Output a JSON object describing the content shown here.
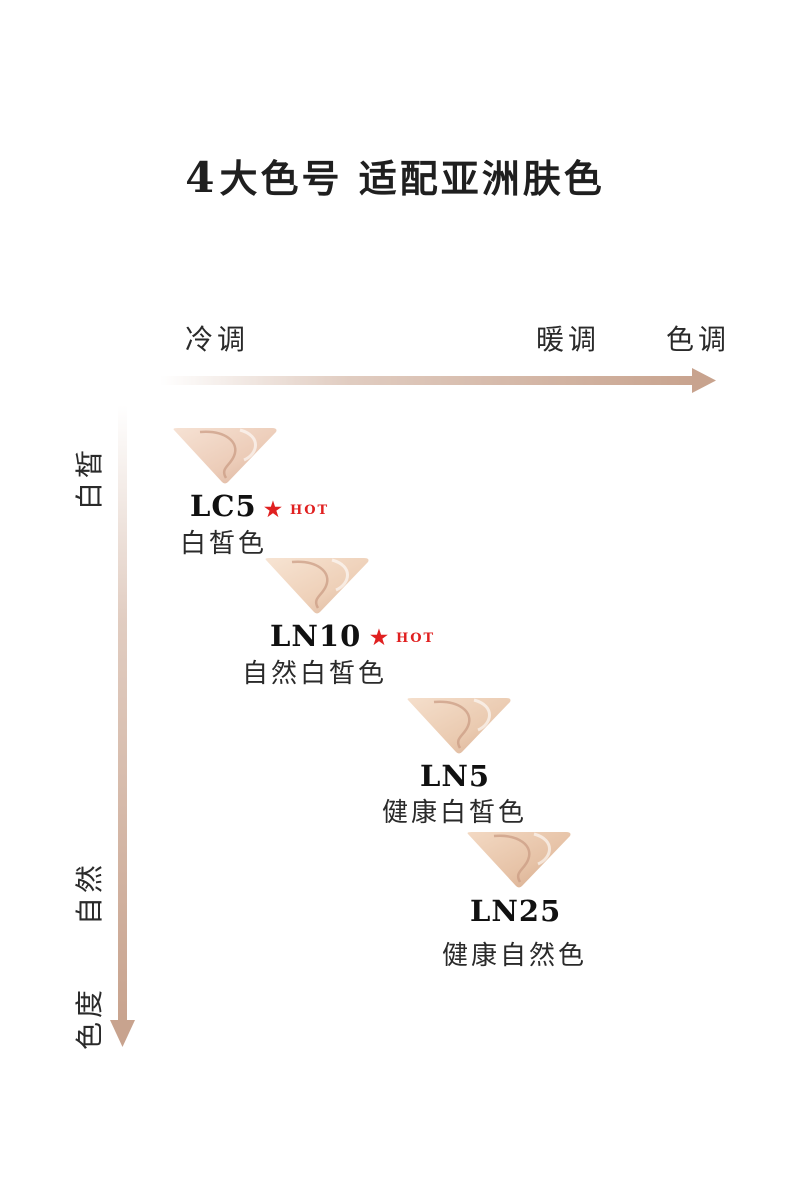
{
  "title": {
    "number": "4",
    "text": "大色号 适配亚洲肤色"
  },
  "axes": {
    "horizontal": {
      "left_label": "冷调",
      "right_label": "暖调",
      "axis_name": "色调"
    },
    "vertical": {
      "top_label": "白皙",
      "bottom_label": "自然",
      "axis_name": "色度"
    }
  },
  "colors": {
    "axis": "#c8a38e",
    "hot": "#e02020",
    "swatch_light": "#f3dccd",
    "swatch_dark": "#dcb49c"
  },
  "shades": [
    {
      "code": "LC5",
      "name": "白皙色",
      "hot": true,
      "hot_label": "HOT"
    },
    {
      "code": "LN10",
      "name": "自然白皙色",
      "hot": true,
      "hot_label": "HOT"
    },
    {
      "code": "LN5",
      "name": "健康白皙色",
      "hot": false
    },
    {
      "code": "LN25",
      "name": "健康自然色",
      "hot": false
    }
  ]
}
